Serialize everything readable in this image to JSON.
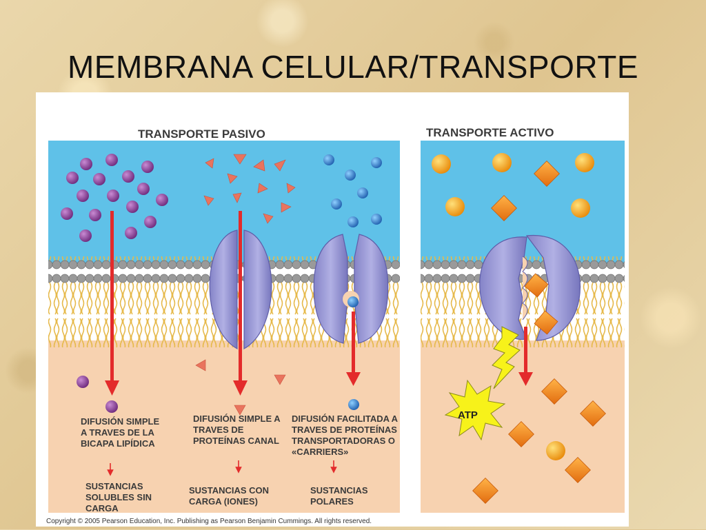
{
  "slide": {
    "title": "MEMBRANA CELULAR/TRANSPORTE"
  },
  "diagram": {
    "passive_header": "TRANSPORTE PASIVO",
    "active_header": "TRANSPORTE ACTIVO",
    "columns": [
      {
        "lines": [
          "DIFUSIÓN SIMPLE",
          "A TRAVES DE LA",
          "BICAPA LIPÍDICA"
        ],
        "substance": [
          "SUSTANCIAS",
          "SOLUBLES SIN",
          "CARGA"
        ]
      },
      {
        "lines": [
          "DIFUSIÓN SIMPLE A",
          "TRAVES DE",
          "PROTEÍNAS CANAL"
        ],
        "substance": [
          "SUSTANCIAS CON",
          "CARGA (IONES)"
        ]
      },
      {
        "lines": [
          "DIFUSIÓN FACILITADA A",
          "TRAVES DE PROTEÍNAS",
          "TRANSPORTADORAS O",
          "«CARRIERS»"
        ],
        "substance": [
          "SUSTANCIAS",
          "POLARES"
        ]
      }
    ],
    "atp_label": "ATP",
    "copyright": "Copyright © 2005 Pearson Education, Inc. Publishing as Pearson Benjamin Cummings. All rights reserved.",
    "colors": {
      "extracellular": "#5fc1e8",
      "intracellular": "#f7d2b0",
      "lipid_head": "#9a9a9a",
      "lipid_tail": "#e6b94a",
      "protein": "#a09fd6",
      "arrow": "#e32b2b",
      "purple_molecule": "#8a3a97",
      "triangle_ion": "#e9745e",
      "blue_molecule": "#2d79c7",
      "orange_molecule": "#f7a31c",
      "atp_burst": "#f7f21a"
    }
  }
}
